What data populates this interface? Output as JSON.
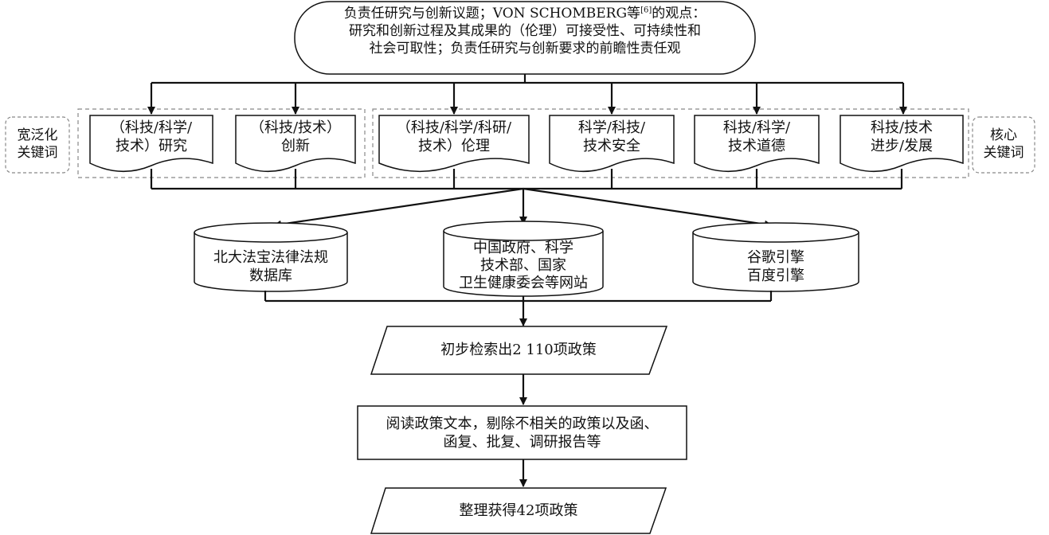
{
  "top": {
    "line1_before": "负责任研究与创新议题；VON SCHOMBERG等",
    "ref": "[6]",
    "line1_after": "的观点：",
    "line2": "研究和创新过程及其成果的（伦理）可接受性、可持续性和",
    "line3": "社会可取性；负责任研究与创新要求的前瞻性责任观"
  },
  "groups": {
    "broad": {
      "label1": "宽泛化",
      "label2": "关键词"
    },
    "core": {
      "label1": "核心",
      "label2": "关键词"
    }
  },
  "keywords": [
    {
      "line1": "（科技/科学/",
      "line2": "技术）研究"
    },
    {
      "line1": "（科技/技术）",
      "line2": "创新"
    },
    {
      "line1": "（科技/科学/科研/",
      "line2": "技术）伦理"
    },
    {
      "line1": "科学/科技/",
      "line2": "技术安全"
    },
    {
      "line1": "科技/科学/",
      "line2": "技术道德"
    },
    {
      "line1": "科技/技术",
      "line2": "进步/发展"
    }
  ],
  "databases": [
    {
      "line1": "北大法宝法律法规",
      "line2": "数据库",
      "line3": ""
    },
    {
      "line1": "中国政府、科学",
      "line2": "技术部、国家",
      "line3": "卫生健康委会等网站"
    },
    {
      "line1": "谷歌引擎",
      "line2": "百度引擎",
      "line3": ""
    }
  ],
  "steps": {
    "initial": "初步检索出2 110项政策",
    "filter_line1": "阅读政策文本，剔除不相关的政策以及函、",
    "filter_line2": "函复、批复、调研报告等",
    "final": "整理获得42项政策"
  },
  "colors": {
    "line": "#111111",
    "dashed": "#888888",
    "fill": "#ffffff"
  }
}
